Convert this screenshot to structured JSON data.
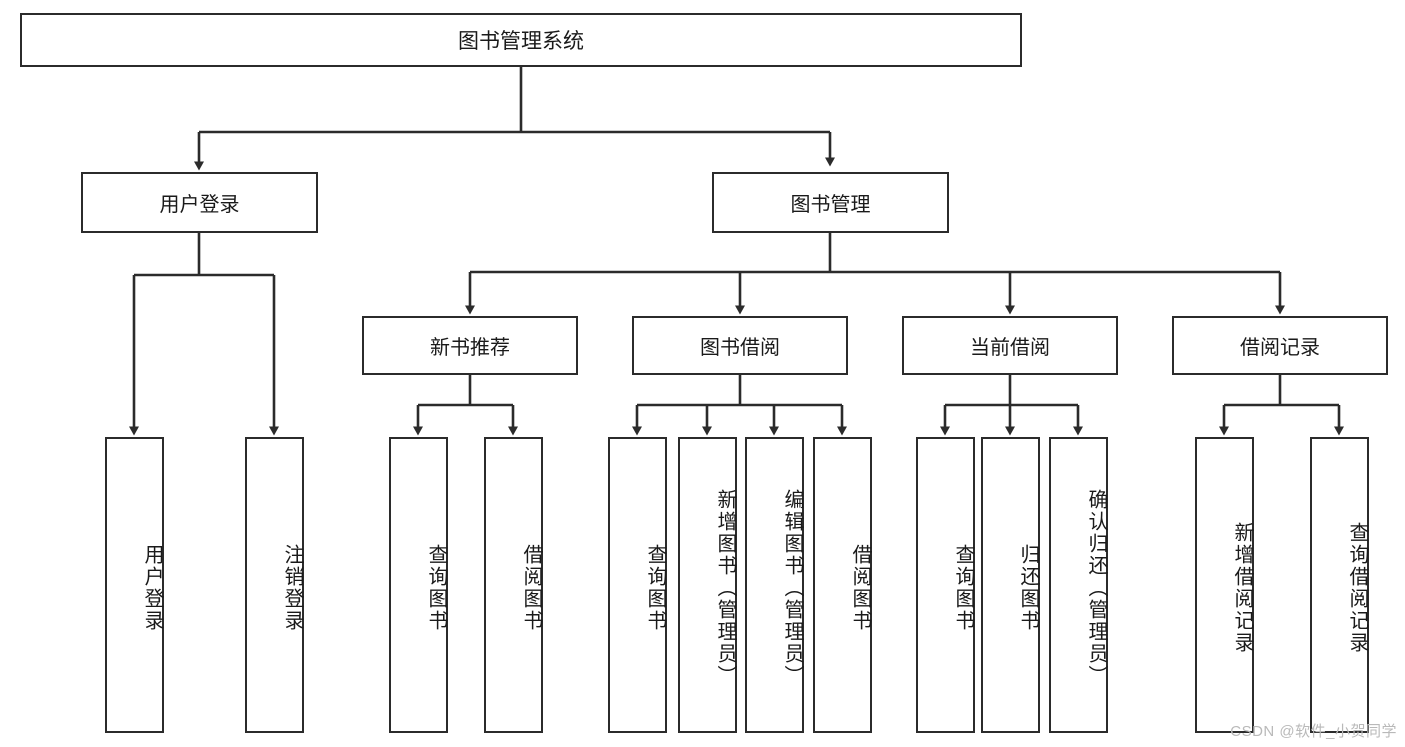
{
  "diagram": {
    "type": "tree",
    "title": "图书管理系统",
    "colors": {
      "stroke": "#2b2b2b",
      "fill": "#ffffff",
      "text": "#1a1a1a",
      "watermark": "#b9b9b9"
    },
    "watermark": "CSDN @软件_小贺同学",
    "nodes": {
      "root": {
        "label": "图书管理系统"
      },
      "level2": [
        {
          "label": "用户登录"
        },
        {
          "label": "图书管理"
        }
      ],
      "level3": [
        {
          "label": "新书推荐"
        },
        {
          "label": "图书借阅"
        },
        {
          "label": "当前借阅"
        },
        {
          "label": "借阅记录"
        }
      ],
      "leaves": {
        "user_login": [
          {
            "label": "用户登录"
          },
          {
            "label": "注销登录"
          }
        ],
        "new_book": [
          {
            "label": "查询图书"
          },
          {
            "label": "借阅图书"
          }
        ],
        "book_borrow": [
          {
            "label": "查询图书"
          },
          {
            "label": "新增图书（管理员）"
          },
          {
            "label": "编辑图书（管理员）"
          },
          {
            "label": "借阅图书"
          }
        ],
        "current_borrow": [
          {
            "label": "查询图书"
          },
          {
            "label": "归还图书"
          },
          {
            "label": "确认归还（管理员）"
          }
        ],
        "borrow_record": [
          {
            "label": "新增借阅记录"
          },
          {
            "label": "查询借阅记录"
          }
        ]
      }
    }
  }
}
